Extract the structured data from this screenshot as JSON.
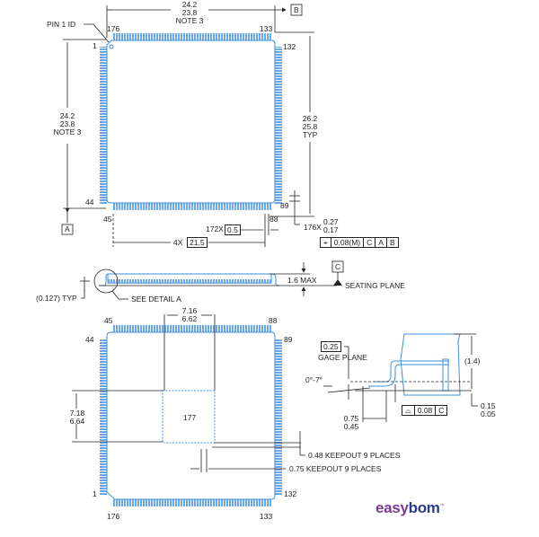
{
  "title": "176-pin LQFP package outline drawing",
  "colors": {
    "line": "#222222",
    "pin": "#3d8fe0",
    "pin_fill": "#7bb6f0",
    "logo_purple": "#7a3b93",
    "logo_blue": "#2a3d8f"
  },
  "top_view": {
    "pin1_label": "PIN 1 ID",
    "pins": {
      "p1": "1",
      "p44": "44",
      "p45": "45",
      "p88": "88",
      "p89": "89",
      "p132": "132",
      "p133": "133",
      "p176": "176"
    },
    "width_dim": {
      "max": "24.2",
      "min": "23.8",
      "note": "NOTE 3"
    },
    "height_dim": {
      "max": "24.2",
      "min": "23.8",
      "note": "NOTE 3"
    },
    "overall_dim": {
      "max": "26.2",
      "min": "25.8",
      "note": "TYP"
    },
    "datum_a": "A",
    "datum_b": "B",
    "pitch": {
      "count": "172X",
      "value": "0.5"
    },
    "span": {
      "count": "4X",
      "value": "21.5"
    },
    "lead_width": {
      "count": "176X",
      "max": "0.27",
      "min": "0.17"
    },
    "position_tolerance": {
      "symbol": "⌖",
      "value": "0.08",
      "modifier": "M",
      "datums": [
        "C",
        "A",
        "B"
      ]
    }
  },
  "side_view": {
    "height": "1.6 MAX",
    "datum_c": "C",
    "seating_plane": "SEATING PLANE",
    "standoff": "(0.127) TYP",
    "detail_callout": "SEE DETAIL A"
  },
  "bottom_view": {
    "pins": {
      "p1": "1",
      "p44": "44",
      "p45": "45",
      "p88": "88",
      "p89": "89",
      "p132": "132",
      "p133": "133",
      "p176": "176"
    },
    "pad_width": {
      "max": "7.16",
      "min": "6.62"
    },
    "pad_height": {
      "max": "7.18",
      "min": "6.64"
    },
    "pad_id": "177",
    "keepout_1": "0.48 KEEPOUT 9 PLACES",
    "keepout_2": "0.75 KEEPOUT 9 PLACES"
  },
  "detail_a": {
    "gage_value": "0.25",
    "gage_label": "GAGE PLANE",
    "angle": "0°-7°",
    "body_height": "(1.4)",
    "foot_length": {
      "max": "0.75",
      "min": "0.45"
    },
    "standoff": {
      "max": "0.15",
      "min": "0.05"
    },
    "coplanarity": {
      "symbol": "⌓",
      "value": "0.08",
      "datum": "C"
    }
  },
  "logo": {
    "part1": "easy",
    "part2": "bom",
    "tm": "™"
  }
}
